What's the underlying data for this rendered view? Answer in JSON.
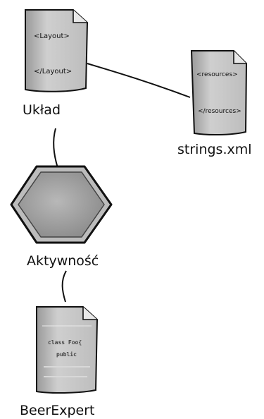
{
  "layout_node": {
    "tag_open": "<Layout>",
    "tag_close": "</Layout>",
    "label": "Układ"
  },
  "strings_node": {
    "tag_open": "<resources>",
    "tag_close": "</resources>",
    "label": "strings.xml"
  },
  "activity_node": {
    "label": "Aktywność"
  },
  "class_node": {
    "code_line1": "class Foo{",
    "code_line2": "public",
    "label": "BeerExpert"
  }
}
